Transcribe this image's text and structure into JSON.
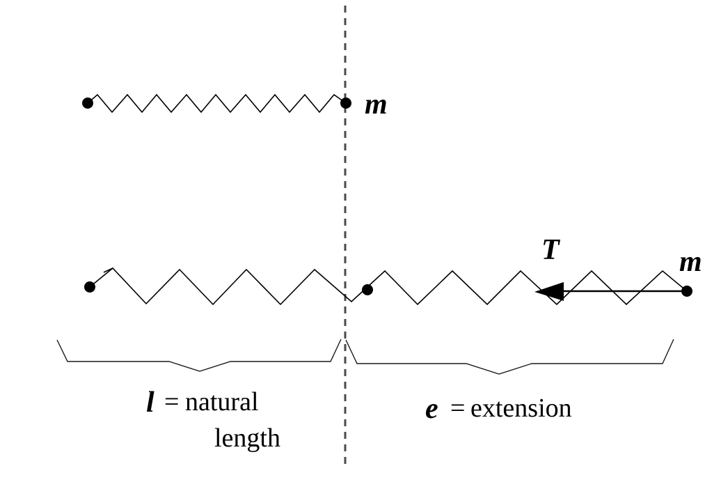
{
  "figure": {
    "background": "#ffffff",
    "ink_color": "#000000",
    "dash_color": "#4a4a4a",
    "labels": {
      "top_mass": "m",
      "right_mass": "m",
      "tension": "T",
      "natural_symbol": "l",
      "natural_equals": "=",
      "natural_word1": "natural",
      "natural_word2": "length",
      "extension_symbol": "e",
      "extension_equals": "=",
      "extension_word": "extension"
    }
  }
}
